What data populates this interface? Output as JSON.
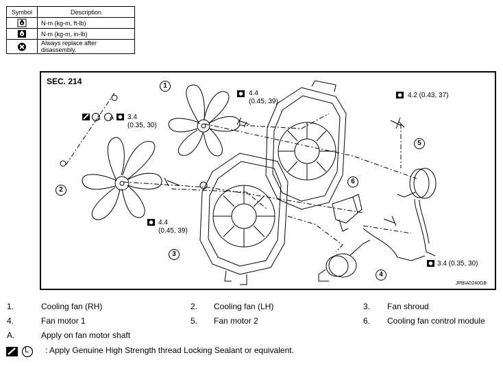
{
  "legend": {
    "header_symbol": "Symbol",
    "header_description": "Description",
    "rows": [
      {
        "icon": "torque-wrench-icon",
        "description": "N·m (kg-m, ft-lb)"
      },
      {
        "icon": "torque-wrench-small-icon",
        "description": "N·m (kg-m, in-lb)"
      },
      {
        "icon": "always-replace-icon",
        "description": "Always replace after disassembly."
      }
    ]
  },
  "figure": {
    "section": "SEC. 214",
    "figure_id": "JPBIA0240GB",
    "torque_labels": {
      "t1_value": "3.4",
      "t1_sub": "(0.35, 30)",
      "t2_value": "4.4",
      "t2_sub": "(0.45, 39)",
      "t3": "4.2 (0.43, 37)",
      "t4_value": "4.4",
      "t4_sub": "(0.45, 39)",
      "t5": "3.4 (0.35, 30)"
    },
    "callouts": [
      "1",
      "2",
      "3",
      "4",
      "5",
      "6"
    ],
    "sealant_marks": {
      "sealant": "L",
      "apply": "A"
    }
  },
  "parts": [
    {
      "num": "1.",
      "name": "Cooling fan (RH)"
    },
    {
      "num": "2.",
      "name": "Cooling fan (LH)"
    },
    {
      "num": "3.",
      "name": "Fan shroud"
    },
    {
      "num": "4.",
      "name": "Fan motor 1"
    },
    {
      "num": "5.",
      "name": "Fan motor 2"
    },
    {
      "num": "6.",
      "name": "Cooling fan control module"
    },
    {
      "num": "A.",
      "name": "Apply on fan motor shaft"
    }
  ],
  "note": {
    "sealant_letter": "L",
    "text": ": Apply Genuine High Strength thread Locking Sealant or equivalent."
  },
  "colors": {
    "ink": "#000000",
    "background": "#ffffff"
  }
}
